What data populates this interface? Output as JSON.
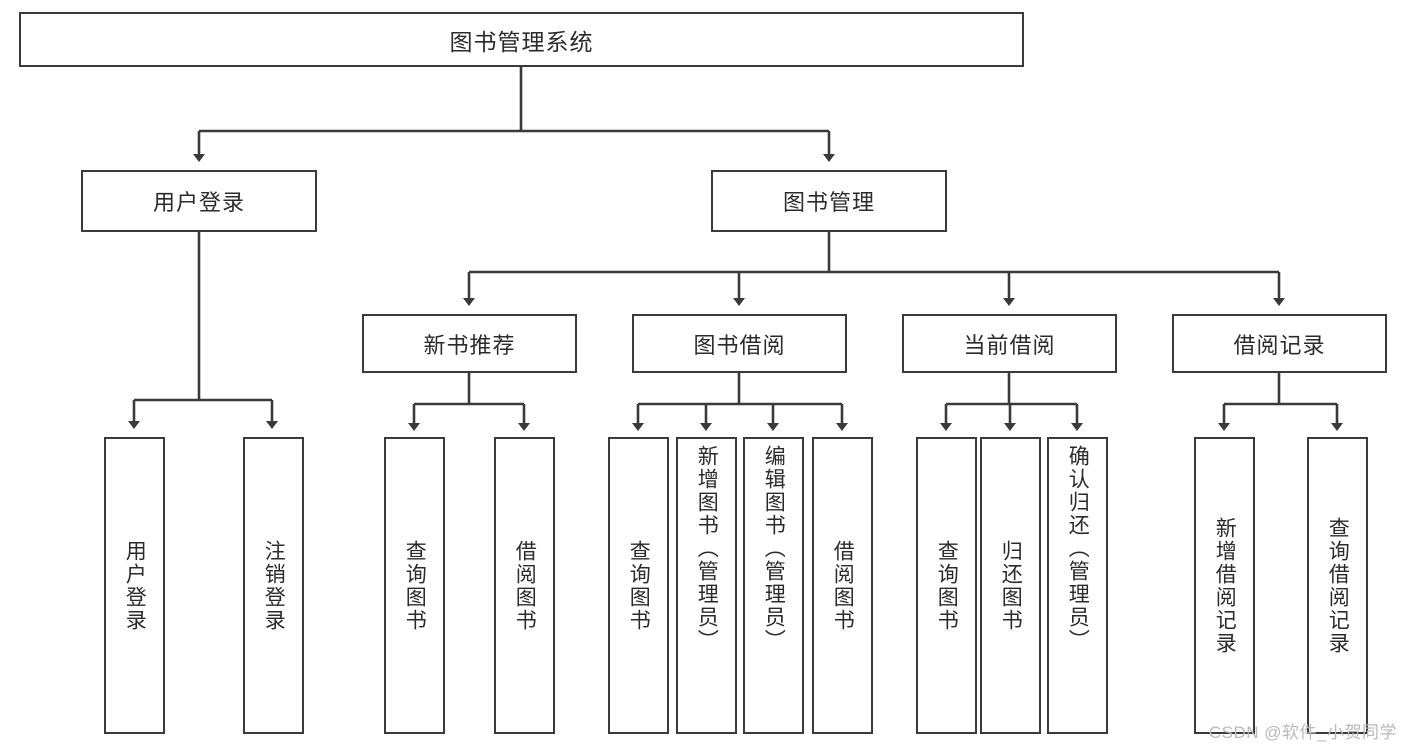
{
  "diagram": {
    "title": "图书管理系统",
    "type": "tree-hierarchy-chart",
    "root": {
      "label": "图书管理系统"
    },
    "level2": [
      {
        "label": "用户登录"
      },
      {
        "label": "图书管理"
      }
    ],
    "level3": [
      {
        "label": "新书推荐"
      },
      {
        "label": "图书借阅"
      },
      {
        "label": "当前借阅"
      },
      {
        "label": "借阅记录"
      }
    ],
    "leaves": {
      "user_login": [
        {
          "label": "用户登录"
        },
        {
          "label": "注销登录"
        }
      ],
      "new_book_recommend": [
        {
          "label": "查询图书"
        },
        {
          "label": "借阅图书"
        }
      ],
      "book_borrow": [
        {
          "label": "查询图书"
        },
        {
          "label": "新增图书（管理员）"
        },
        {
          "label": "编辑图书（管理员）"
        },
        {
          "label": "借阅图书"
        }
      ],
      "current_borrow": [
        {
          "label": "查询图书"
        },
        {
          "label": "归还图书"
        },
        {
          "label": "确认归还（管理员）"
        }
      ],
      "borrow_record": [
        {
          "label": "新增借阅记录"
        },
        {
          "label": "查询借阅记录"
        }
      ]
    }
  },
  "watermark": {
    "text": "CSDN @软件_小贺同学"
  },
  "colors": {
    "border": "#3a3a3a",
    "text": "#2b2b2b",
    "background": "#ffffff",
    "watermark": "#b9b9b9"
  }
}
